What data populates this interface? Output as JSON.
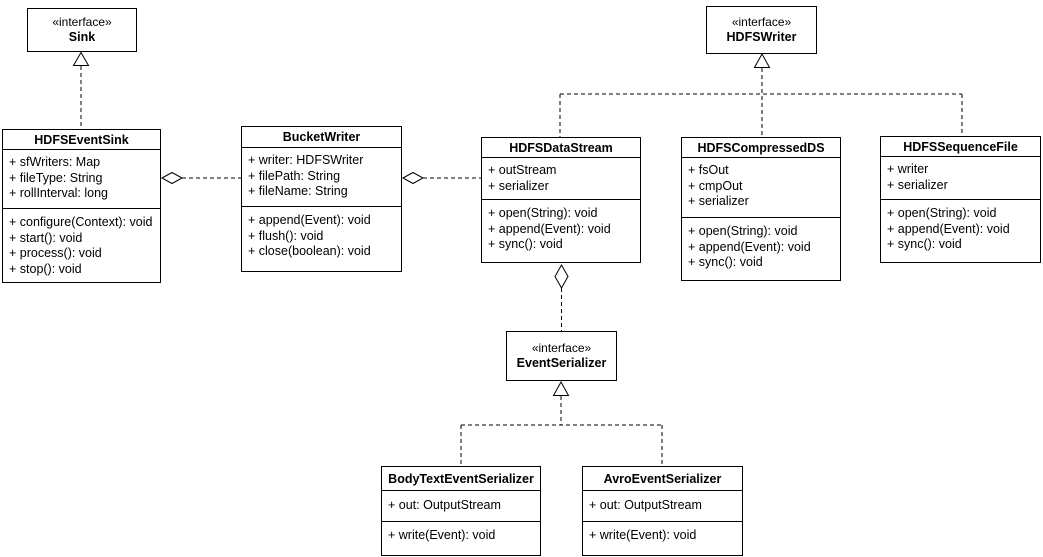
{
  "stereotype_label": "«interface»",
  "nodes": {
    "sink": {
      "stereotype": "«interface»",
      "name": "Sink"
    },
    "hdfsWriter": {
      "stereotype": "«interface»",
      "name": "HDFSWriter"
    },
    "eventSerializer": {
      "stereotype": "«interface»",
      "name": "EventSerializer"
    },
    "hdfsEventSink": {
      "name": "HDFSEventSink",
      "attributes": [
        "+ sfWriters: Map",
        "+ fileType: String",
        "+ rollInterval: long"
      ],
      "methods": [
        "+ configure(Context): void",
        "+ start(): void",
        "+ process(): void",
        "+ stop(): void"
      ]
    },
    "bucketWriter": {
      "name": "BucketWriter",
      "attributes": [
        "+ writer: HDFSWriter",
        "+ filePath: String",
        "+ fileName: String"
      ],
      "methods": [
        "+ append(Event): void",
        "+ flush(): void",
        "+ close(boolean): void"
      ]
    },
    "hdfsDataStream": {
      "name": "HDFSDataStream",
      "attributes": [
        "+ outStream",
        "+ serializer"
      ],
      "methods": [
        "+ open(String): void",
        "+ append(Event): void",
        "+ sync(): void"
      ]
    },
    "hdfsCompressedDS": {
      "name": "HDFSCompressedDS",
      "attributes": [
        "+ fsOut",
        "+ cmpOut",
        "+ serializer"
      ],
      "methods": [
        "+ open(String): void",
        "+ append(Event): void",
        "+ sync(): void"
      ]
    },
    "hdfsSequenceFile": {
      "name": "HDFSSequenceFile",
      "attributes": [
        "+ writer",
        "+ serializer"
      ],
      "methods": [
        "+ open(String): void",
        "+ append(Event): void",
        "+ sync(): void"
      ]
    },
    "bodyTextEventSerializer": {
      "name": "BodyTextEventSerializer",
      "attributes": [
        "+ out: OutputStream"
      ],
      "methods": [
        "+ write(Event): void"
      ]
    },
    "avroEventSerializer": {
      "name": "AvroEventSerializer",
      "attributes": [
        "+ out: OutputStream"
      ],
      "methods": [
        "+ write(Event): void"
      ]
    }
  },
  "relationships": [
    {
      "type": "realization",
      "from": "HDFSEventSink",
      "to": "Sink"
    },
    {
      "type": "aggregation",
      "owner": "HDFSEventSink",
      "part": "BucketWriter"
    },
    {
      "type": "aggregation",
      "owner": "BucketWriter",
      "part": "HDFSDataStream"
    },
    {
      "type": "realization",
      "from": "HDFSDataStream",
      "to": "HDFSWriter"
    },
    {
      "type": "realization",
      "from": "HDFSCompressedDS",
      "to": "HDFSWriter"
    },
    {
      "type": "realization",
      "from": "HDFSSequenceFile",
      "to": "HDFSWriter"
    },
    {
      "type": "aggregation",
      "owner": "HDFSDataStream",
      "part": "EventSerializer"
    },
    {
      "type": "realization",
      "from": "BodyTextEventSerializer",
      "to": "EventSerializer"
    },
    {
      "type": "realization",
      "from": "AvroEventSerializer",
      "to": "EventSerializer"
    }
  ],
  "colors": {
    "line": "#000000",
    "fill": "#ffffff",
    "text": "#000000"
  }
}
